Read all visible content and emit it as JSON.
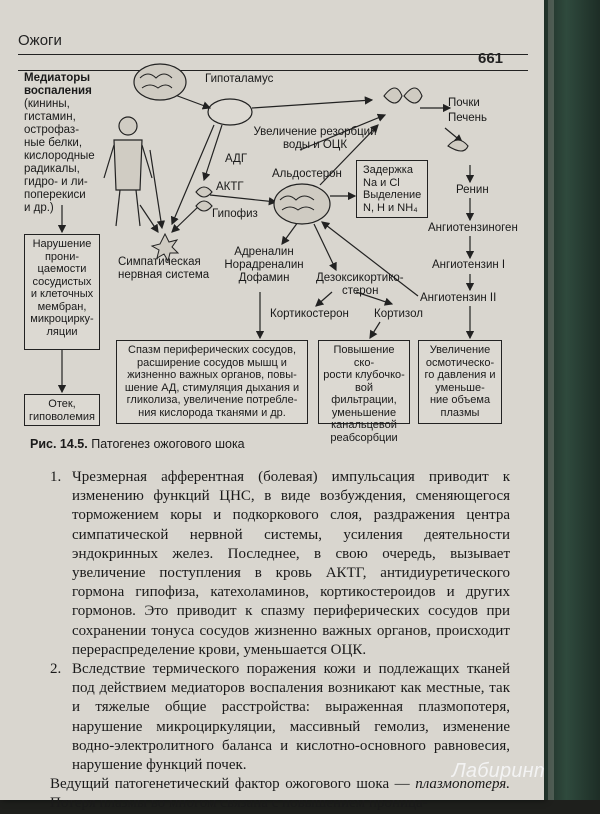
{
  "header": {
    "section": "Ожоги",
    "page_number": "661"
  },
  "diagram": {
    "mediators_title": "Медиаторы воспаления",
    "mediators_list": [
      "(кинины,",
      "гистамин,",
      "острофаз-",
      "ные белки,",
      "кислородные",
      "радикалы,",
      "гидро- и ли-",
      "поперекиси",
      "и др.)"
    ],
    "hypothalamus": "Гипоталамус",
    "kidneys": "Почки",
    "liver": "Печень",
    "resorption": [
      "Увеличение резорбции",
      "воды и ОЦК"
    ],
    "adh": "АДГ",
    "aldosterone": "Альдостерон",
    "acth": "АКТГ",
    "pituitary": "Гипофиз",
    "retention_box": [
      "Задержка",
      "Na и Cl",
      "Выделение",
      "N, H и NH₄"
    ],
    "renin": "Ренин",
    "angiotensinogen": "Ангиотензиноген",
    "angiotensin1": "Ангиотензин I",
    "angiotensin2": "Ангиотензин II",
    "sympathetic": [
      "Симпатическая",
      "нервная система"
    ],
    "catecholamines": [
      "Адреналин",
      "Норадреналин",
      "Дофамин"
    ],
    "doc": [
      "Дезоксикортико-",
      "стерон"
    ],
    "corticosterone": "Кортикостерон",
    "cortisol": "Кортизол",
    "permeability_box": [
      "Нарушение",
      "прони-",
      "цаемости",
      "сосудистых",
      "и клеточных",
      "мембран,",
      "микроцирку-",
      "ляции"
    ],
    "edema_box": [
      "Отек,",
      "гиповолемия"
    ],
    "spasm_box": [
      "Спазм периферических сосудов,",
      "расширение сосудов мышц и",
      "жизненно важных органов, повы-",
      "шение АД, стимуляция дыхания и",
      "гликолиза, увеличение потребле-",
      "ния кислорода тканями и др."
    ],
    "filtration_box": [
      "Повышение ско-",
      "рости клубочко-",
      "вой фильтрации,",
      "уменьшение",
      "канальцевой",
      "реабсорбции"
    ],
    "osmotic_box": [
      "Увеличение",
      "осмотическо-",
      "го давления и",
      "уменьше-",
      "ние объема",
      "плазмы"
    ]
  },
  "caption": {
    "label": "Рис. 14.5.",
    "text": "Патогенез ожогового шока"
  },
  "body": {
    "item1_num": "1.",
    "item1": "Чрезмерная афферентная (болевая) импульсация приводит к изменению функций ЦНС, в виде возбуждения, сменяющегося торможением коры и подкоркового слоя, раздражения центра симпатической нервной системы, усиления деятельности эндокринных желез. Последнее, в свою очередь, вызывает увеличение поступления в кровь АКТГ, антидиуретического гормона гипофиза, катехоламинов, кортикостероидов и других гормонов. Это приводит к спазму периферических сосудов при сохранении тонуса сосудов жизненно важных органов, происходит перераспределение крови, уменьшается ОЦК.",
    "item2_num": "2.",
    "item2": "Вследствие термического поражения кожи и подлежащих тканей под действием медиаторов воспаления возникают как местные, так и тяжелые общие расстройства: выраженная плазмопотеря, нарушение микроциркуляции, массивный гемолиз, изменение водно-электролитного баланса и кислотно-основного равновесия, нарушение функций почек.",
    "para_start": "Ведущий патогенетический фактор ожогового шока — ",
    "para_italic": "плазмопотеря.",
    "para_end": " Потеря плазмы во многом связана с повышением проница-"
  },
  "watermark": "Лабиринт.ру"
}
